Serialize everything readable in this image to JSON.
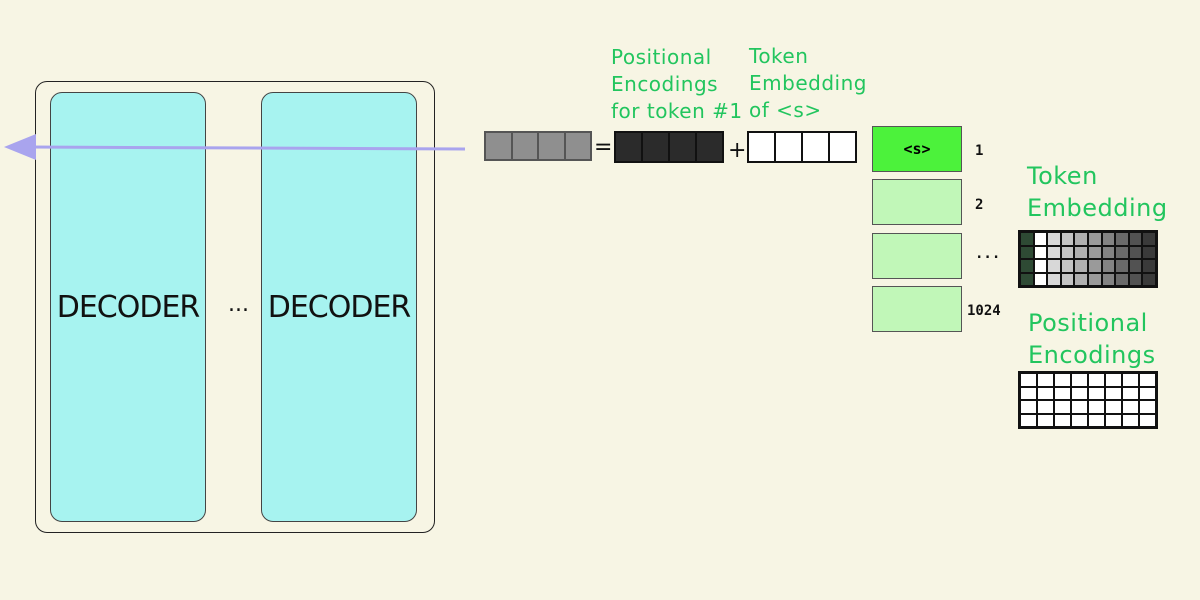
{
  "decoder_stack": {
    "left_label": "DECODER",
    "right_label": "DECODER",
    "ellipsis": "..."
  },
  "equation": {
    "equals": "=",
    "plus": "+",
    "output_cells": 4,
    "positional_cells": 4,
    "token_cells": 4
  },
  "labels": {
    "positional_encodings_for_token": "Positional\nEncodings\nfor token #1",
    "token_embedding_of_s": "Token\nEmbedding\nof <s>"
  },
  "vocab": {
    "tokens": [
      {
        "text": "<s>",
        "index": "1",
        "active": true
      },
      {
        "text": "",
        "index": "2",
        "active": false
      },
      {
        "text": "",
        "index": "...",
        "active": false
      },
      {
        "text": "",
        "index": "1024",
        "active": false
      }
    ]
  },
  "matrices": {
    "token_embedding_title": "Token\nEmbedding",
    "positional_encodings_title": "Positional\nEncodings",
    "token_embedding_columns": [
      "#2e4a34",
      "#ffffff",
      "#d8d8d8",
      "#c4c4c4",
      "#b0b0b0",
      "#9a9a9a",
      "#838383",
      "#6a6a6a",
      "#525252",
      "#3a3a3a"
    ],
    "rows": 4,
    "cols": 8
  },
  "colors": {
    "background": "#f7f5e4",
    "decoder_fill": "#a7f3f0",
    "label_green": "#22c55e",
    "active_token": "#4cf23b",
    "token_fill": "#c1f7b8",
    "arrow": "#a9a4ee"
  }
}
